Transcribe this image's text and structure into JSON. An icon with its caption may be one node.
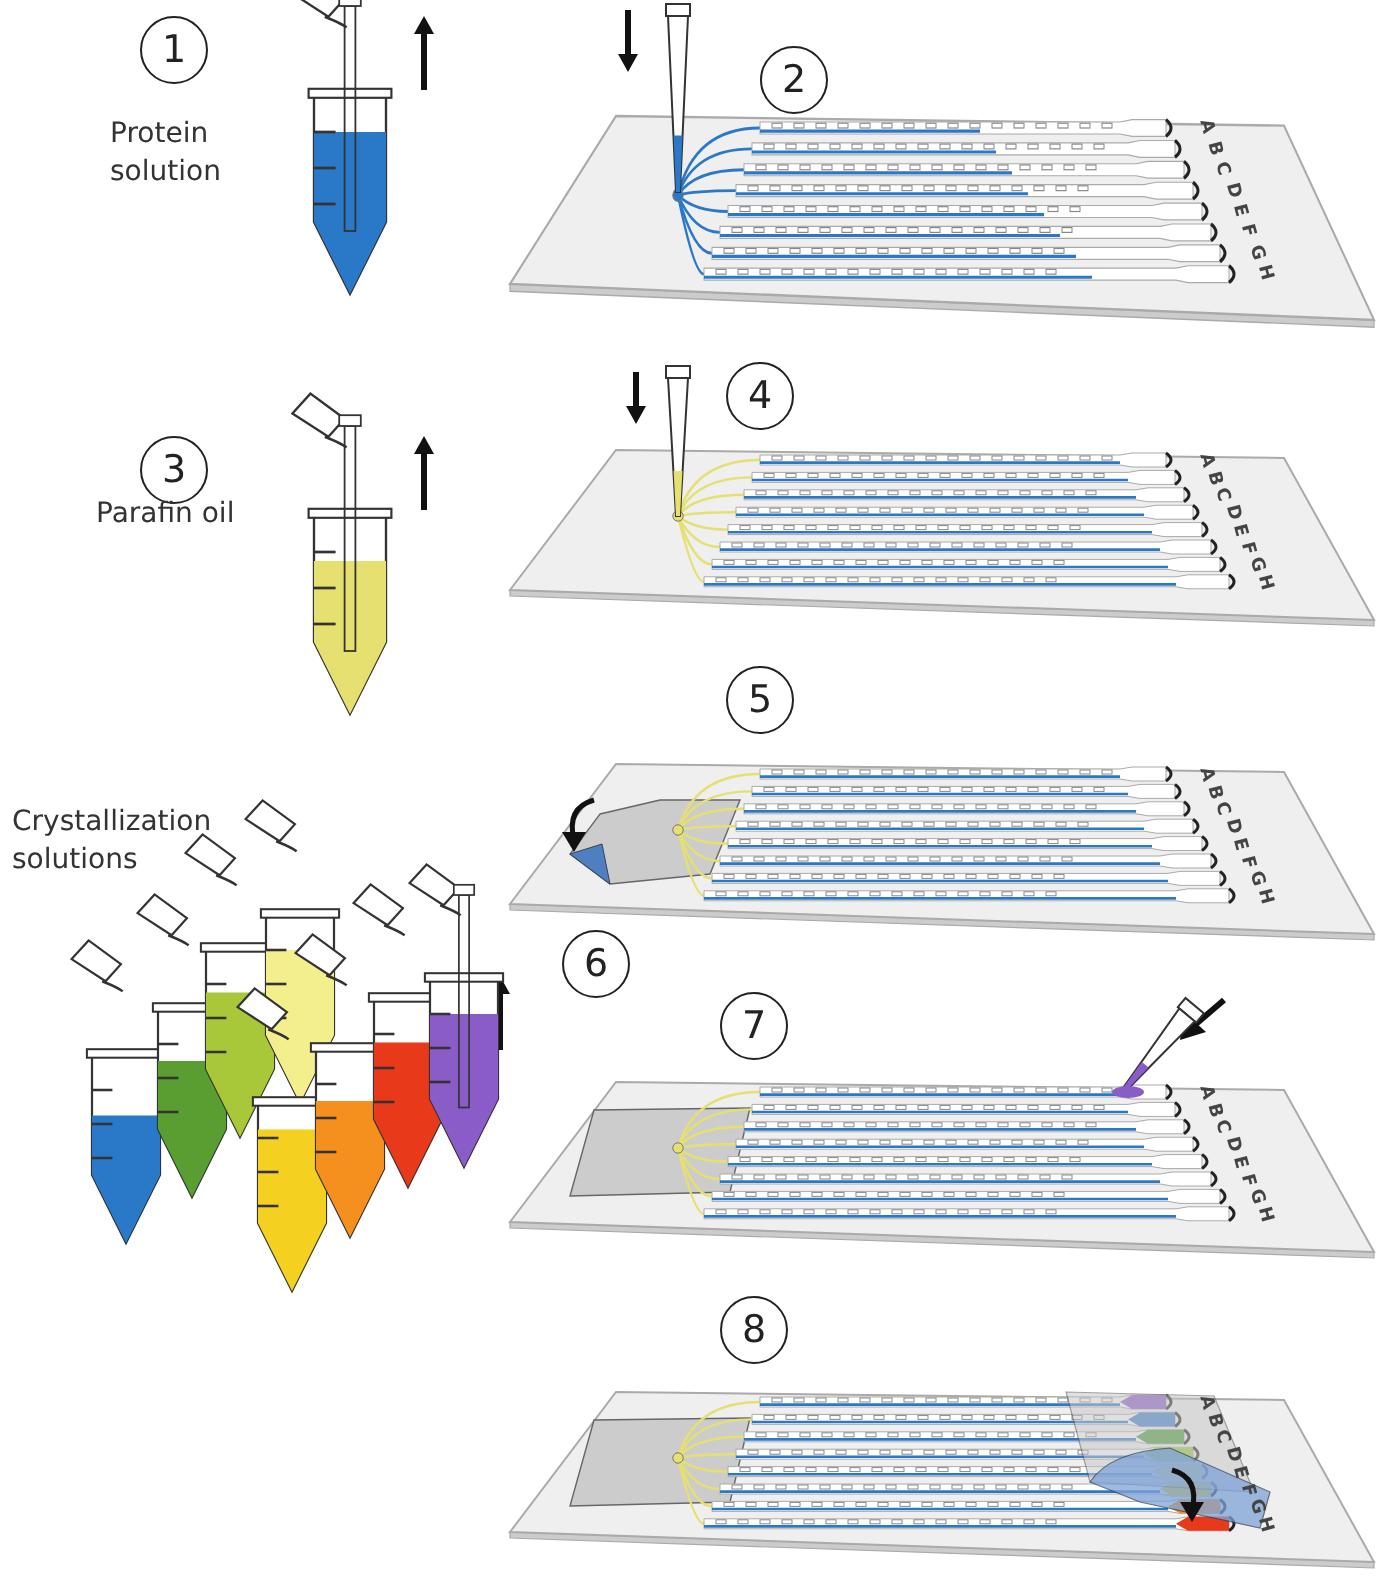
{
  "diagram": {
    "nodes": [
      {
        "text": [
          "1"
        ]
      },
      {
        "text": [
          "2"
        ]
      },
      {
        "text": [
          "3"
        ]
      },
      {
        "text": [
          "4"
        ]
      },
      {
        "text": [
          "5"
        ]
      },
      {
        "text": [
          "6"
        ]
      },
      {
        "text": [
          "7"
        ]
      },
      {
        "text": [
          "8"
        ]
      }
    ],
    "labels": [
      "Protein solution",
      "Parafin oil",
      "Crystallization solutions",
      "A",
      "B",
      "C",
      "D",
      "E",
      "F",
      "G",
      "H",
      "A",
      "B",
      "C",
      "D",
      "E",
      "F",
      "G",
      "H",
      "A",
      "B",
      "C",
      "D",
      "E",
      "F",
      "G",
      "H",
      "A",
      "B",
      "C",
      "D",
      "E",
      "F",
      "G",
      "H",
      "A",
      "B",
      "C",
      "D",
      "E",
      "F",
      "G",
      "H"
    ]
  }
}
